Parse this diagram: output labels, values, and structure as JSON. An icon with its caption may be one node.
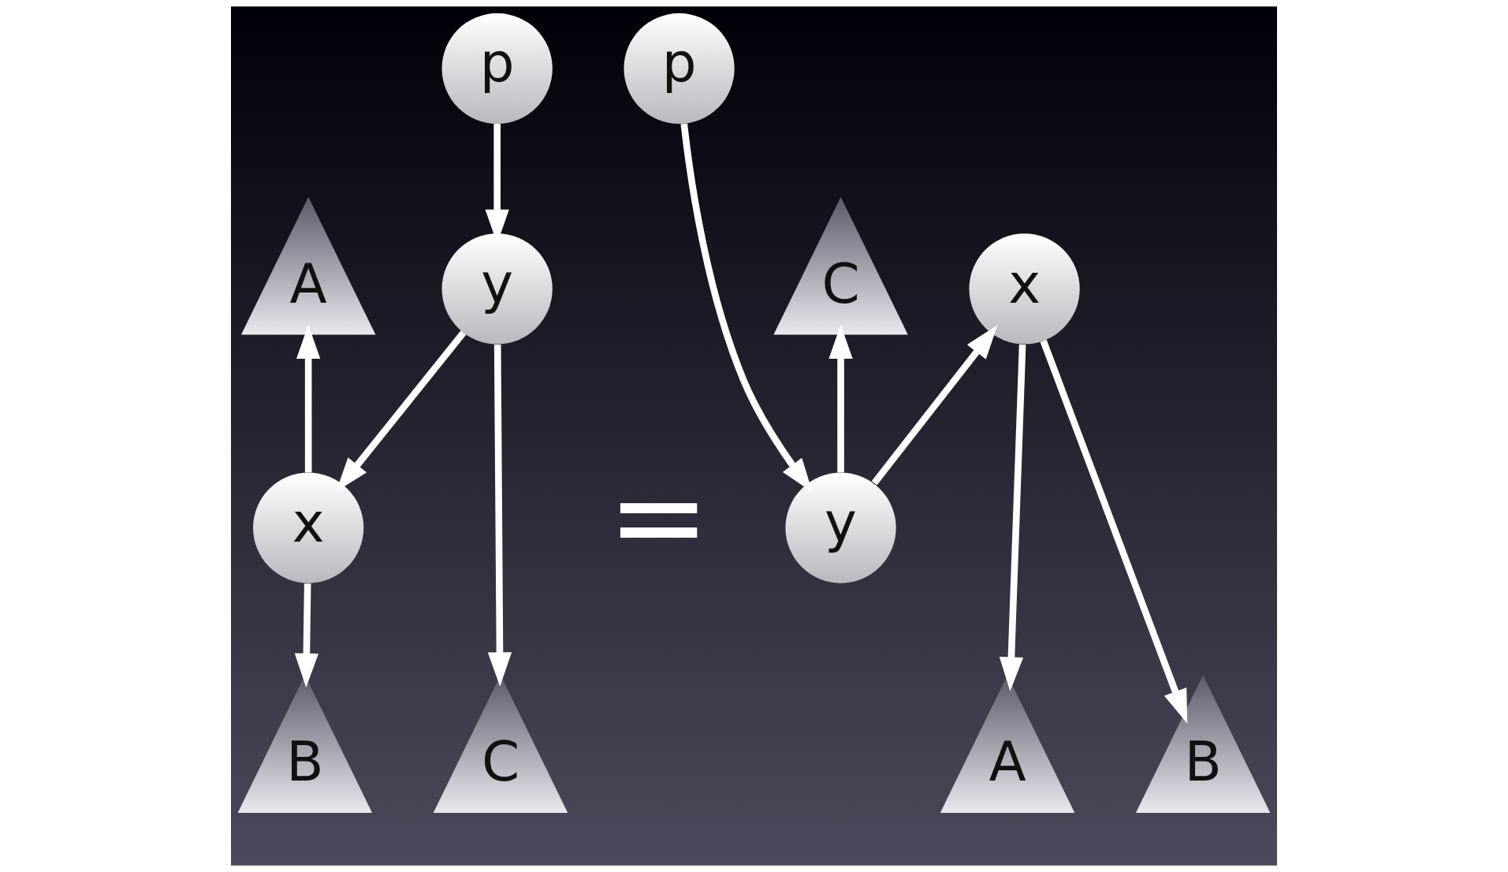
{
  "diagram": {
    "nodes": [
      {
        "text": [
          "p"
        ]
      },
      {
        "text": [
          "x"
        ]
      },
      {
        "text": [
          "y"
        ]
      },
      {
        "text": [
          "A"
        ]
      },
      {
        "text": [
          "B"
        ]
      },
      {
        "text": [
          "C"
        ]
      },
      {
        "text": [
          "p"
        ]
      },
      {
        "text": [
          "y"
        ]
      },
      {
        "text": [
          "x"
        ]
      },
      {
        "text": [
          "C"
        ]
      },
      {
        "text": [
          "A"
        ]
      },
      {
        "text": [
          "B"
        ]
      }
    ],
    "edges": [
      {
        "from": 0,
        "to": 2,
        "arrow": "to"
      },
      {
        "from": 2,
        "to": 1,
        "arrow": "to"
      },
      {
        "from": 1,
        "to": 3,
        "arrow": "to"
      },
      {
        "from": 1,
        "to": 4,
        "arrow": "to"
      },
      {
        "from": 2,
        "to": 5,
        "arrow": "to"
      },
      {
        "from": 6,
        "to": 7,
        "arrow": "to"
      },
      {
        "from": 7,
        "to": 8,
        "arrow": "to"
      },
      {
        "from": 7,
        "to": 9,
        "arrow": "to"
      },
      {
        "from": 8,
        "to": 10,
        "arrow": "to"
      },
      {
        "from": 8,
        "to": 11,
        "arrow": "to"
      }
    ],
    "labels": [
      "="
    ]
  }
}
